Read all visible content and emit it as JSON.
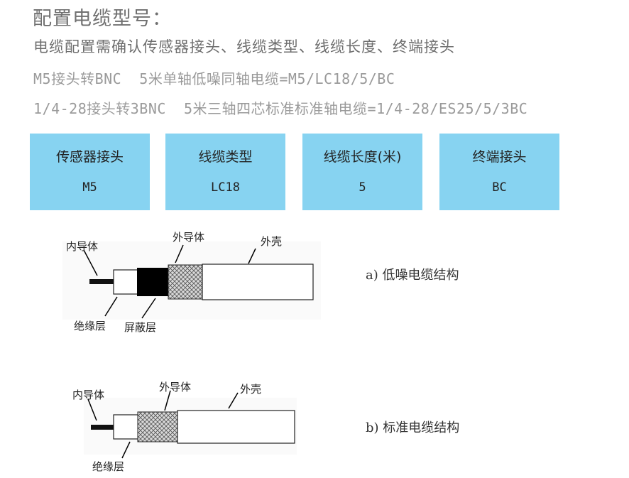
{
  "header": {
    "title": "配置电缆型号：",
    "subtitle": "电缆配置需确认传感器接头、线缆类型、线缆长度、终端接头",
    "examples": [
      "M5接头转BNC  5米单轴低噪同轴电缆=M5/LC18/5/BC",
      "1/4-28接头转3BNC  5米三轴四芯标准标准轴电缆=1/4-28/ES25/5/3BC"
    ]
  },
  "config_cards": [
    {
      "label": "传感器接头",
      "value": "M5"
    },
    {
      "label": "线缆类型",
      "value": "LC18"
    },
    {
      "label": "线缆长度(米)",
      "value": "5"
    },
    {
      "label": "终端接头",
      "value": "BC"
    }
  ],
  "diagram_a": {
    "labels": {
      "inner_conductor": "内导体",
      "outer_conductor": "外导体",
      "jacket": "外壳",
      "insulation": "绝缘层",
      "shield": "屏蔽层"
    },
    "caption": "a) 低噪电缆结构"
  },
  "diagram_b": {
    "labels": {
      "inner_conductor": "内导体",
      "outer_conductor": "外导体",
      "jacket": "外壳",
      "insulation": "绝缘层"
    },
    "caption": "b) 标准电缆结构"
  }
}
